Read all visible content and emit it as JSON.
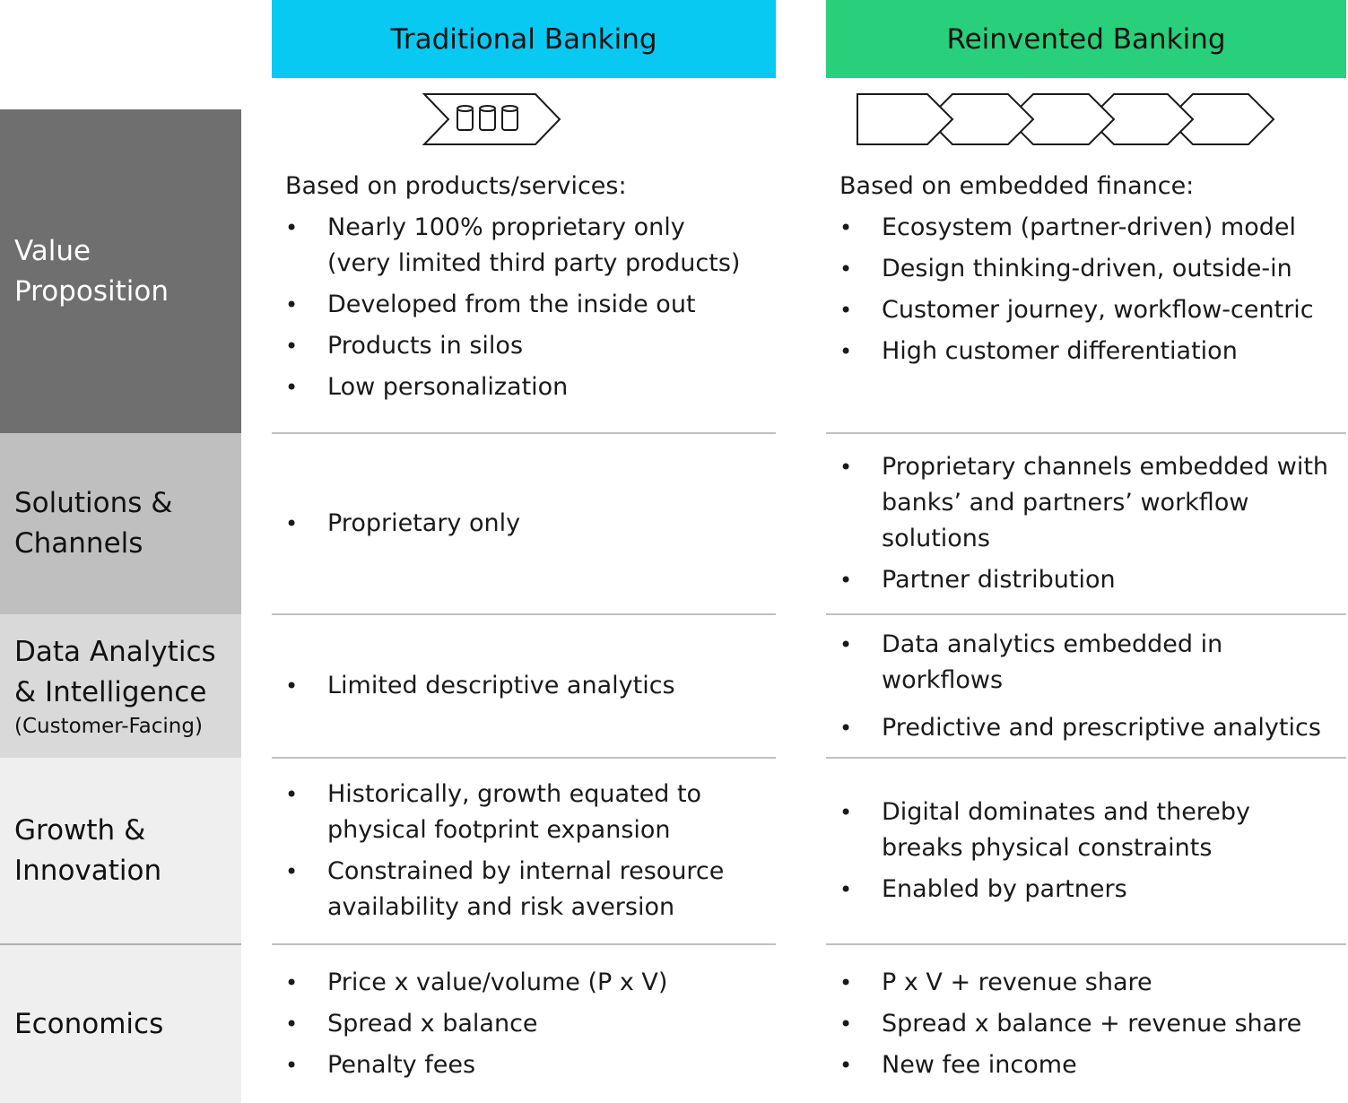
{
  "headers": {
    "traditional": "Traditional Banking",
    "reinvented": "Reinvented Banking"
  },
  "colors": {
    "traditional_header": "#08c9f1",
    "reinvented_header": "#28d07b",
    "row1": "#6f6f6f",
    "row2": "#bfbfbf",
    "row3": "#d9d9d9",
    "row4": "#efefef",
    "row5": "#efefef"
  },
  "icons": {
    "traditional": "chevron-with-silos-icon",
    "reinvented": "chevron-chain-icon"
  },
  "rows": [
    {
      "label": "Value Proposition",
      "sublabel": "",
      "traditional": {
        "intro": "Based on products/services:",
        "bullets": [
          "Nearly 100% proprietary only (very limited third party products)",
          "Developed from the inside out",
          "Products in silos",
          "Low personalization"
        ]
      },
      "reinvented": {
        "intro": "Based on embedded finance:",
        "bullets": [
          "Ecosystem (partner-driven) model",
          "Design thinking-driven, outside-in",
          "Customer journey, workflow-centric",
          "High customer differentiation"
        ]
      }
    },
    {
      "label": "Solutions & Channels",
      "sublabel": "",
      "traditional": {
        "intro": "",
        "bullets": [
          "Proprietary only"
        ]
      },
      "reinvented": {
        "intro": "",
        "bullets": [
          "Proprietary channels embedded with banks’ and partners’ workflow solutions",
          "Partner distribution"
        ]
      }
    },
    {
      "label": "Data Analytics & Intelligence",
      "sublabel": "(Customer-Facing)",
      "traditional": {
        "intro": "",
        "bullets": [
          "Limited descriptive analytics"
        ]
      },
      "reinvented": {
        "intro": "",
        "bullets": [
          "Data analytics embedded in workflows",
          "Predictive and prescriptive analytics"
        ]
      }
    },
    {
      "label": "Growth & Innovation",
      "sublabel": "",
      "traditional": {
        "intro": "",
        "bullets": [
          "Historically, growth equated to physical footprint expansion",
          "Constrained by internal resource availability and risk aversion"
        ]
      },
      "reinvented": {
        "intro": "",
        "bullets": [
          "Digital dominates and thereby breaks physical constraints",
          "Enabled by partners"
        ]
      }
    },
    {
      "label": "Economics",
      "sublabel": "",
      "traditional": {
        "intro": "",
        "bullets": [
          "Price x value/volume (P x V)",
          "Spread x balance",
          "Penalty fees"
        ]
      },
      "reinvented": {
        "intro": "",
        "bullets": [
          "P x V + revenue share",
          "Spread x balance + revenue share",
          "New fee income"
        ]
      }
    }
  ]
}
